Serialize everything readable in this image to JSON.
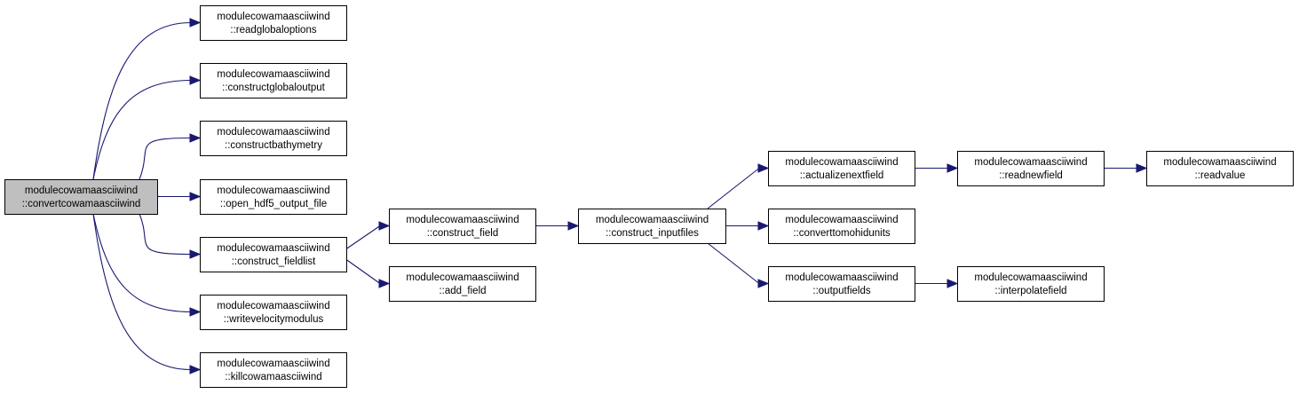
{
  "diagram": {
    "colors": {
      "edge": "#191970",
      "root_fill": "#bfbfbf",
      "node_fill": "#ffffff",
      "node_border": "#000000"
    },
    "nodes": [
      {
        "id": "convertcowamaasciiwind",
        "line1": "modulecowamaasciiwind",
        "line2": "::convertcowamaasciiwind",
        "root": true
      },
      {
        "id": "readglobaloptions",
        "line1": "modulecowamaasciiwind",
        "line2": "::readglobaloptions"
      },
      {
        "id": "constructglobaloutput",
        "line1": "modulecowamaasciiwind",
        "line2": "::constructglobaloutput"
      },
      {
        "id": "constructbathymetry",
        "line1": "modulecowamaasciiwind",
        "line2": "::constructbathymetry"
      },
      {
        "id": "open_hdf5_output_file",
        "line1": "modulecowamaasciiwind",
        "line2": "::open_hdf5_output_file"
      },
      {
        "id": "construct_fieldlist",
        "line1": "modulecowamaasciiwind",
        "line2": "::construct_fieldlist"
      },
      {
        "id": "writevelocitymodulus",
        "line1": "modulecowamaasciiwind",
        "line2": "::writevelocitymodulus"
      },
      {
        "id": "killcowamaasciiwind",
        "line1": "modulecowamaasciiwind",
        "line2": "::killcowamaasciiwind"
      },
      {
        "id": "construct_field",
        "line1": "modulecowamaasciiwind",
        "line2": "::construct_field"
      },
      {
        "id": "add_field",
        "line1": "modulecowamaasciiwind",
        "line2": "::add_field"
      },
      {
        "id": "construct_inputfiles",
        "line1": "modulecowamaasciiwind",
        "line2": "::construct_inputfiles"
      },
      {
        "id": "actualizenextfield",
        "line1": "modulecowamaasciiwind",
        "line2": "::actualizenextfield"
      },
      {
        "id": "converttomohidunits",
        "line1": "modulecowamaasciiwind",
        "line2": "::converttomohidunits"
      },
      {
        "id": "outputfields",
        "line1": "modulecowamaasciiwind",
        "line2": "::outputfields"
      },
      {
        "id": "readnewfield",
        "line1": "modulecowamaasciiwind",
        "line2": "::readnewfield"
      },
      {
        "id": "interpolatefield",
        "line1": "modulecowamaasciiwind",
        "line2": "::interpolatefield"
      },
      {
        "id": "readvalue",
        "line1": "modulecowamaasciiwind",
        "line2": "::readvalue"
      }
    ],
    "edges": [
      {
        "from": "convertcowamaasciiwind",
        "to": "readglobaloptions"
      },
      {
        "from": "convertcowamaasciiwind",
        "to": "constructglobaloutput"
      },
      {
        "from": "convertcowamaasciiwind",
        "to": "constructbathymetry"
      },
      {
        "from": "convertcowamaasciiwind",
        "to": "open_hdf5_output_file"
      },
      {
        "from": "convertcowamaasciiwind",
        "to": "construct_fieldlist"
      },
      {
        "from": "convertcowamaasciiwind",
        "to": "writevelocitymodulus"
      },
      {
        "from": "convertcowamaasciiwind",
        "to": "killcowamaasciiwind"
      },
      {
        "from": "construct_fieldlist",
        "to": "construct_field"
      },
      {
        "from": "construct_fieldlist",
        "to": "add_field"
      },
      {
        "from": "construct_field",
        "to": "construct_inputfiles"
      },
      {
        "from": "construct_inputfiles",
        "to": "actualizenextfield"
      },
      {
        "from": "construct_inputfiles",
        "to": "converttomohidunits"
      },
      {
        "from": "construct_inputfiles",
        "to": "outputfields"
      },
      {
        "from": "actualizenextfield",
        "to": "readnewfield"
      },
      {
        "from": "readnewfield",
        "to": "readvalue"
      },
      {
        "from": "outputfields",
        "to": "interpolatefield"
      }
    ]
  }
}
